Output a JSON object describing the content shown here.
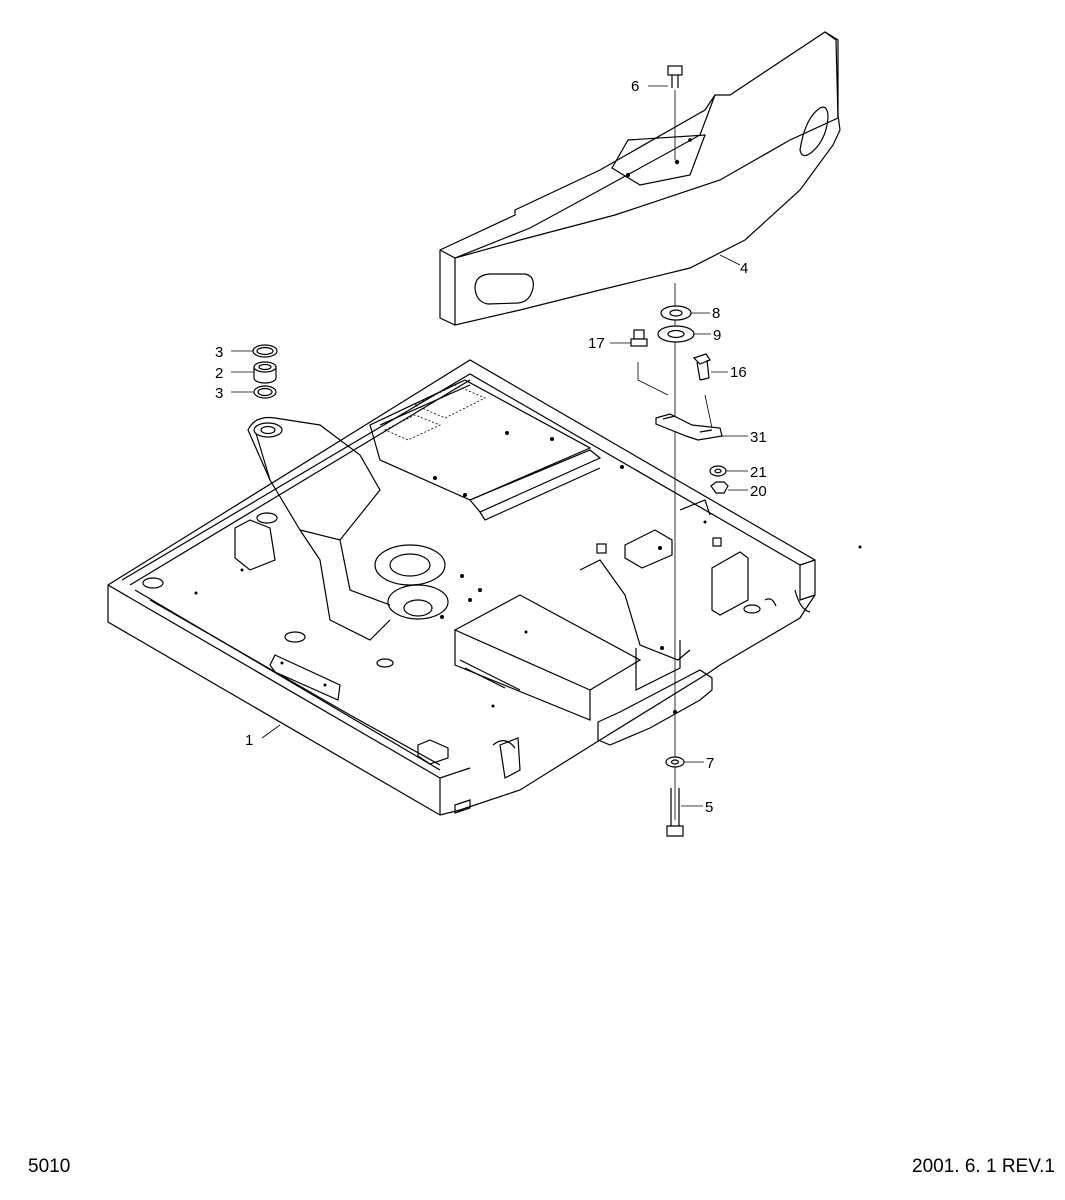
{
  "callouts": {
    "c6": "6",
    "c4": "4",
    "c8": "8",
    "c9": "9",
    "c17": "17",
    "c16": "16",
    "c31": "31",
    "c21": "21",
    "c20": "20",
    "c3a": "3",
    "c2": "2",
    "c3b": "3",
    "c1": "1",
    "c7": "7",
    "c5": "5"
  },
  "footer": {
    "page_number": "5010",
    "date_revision": "2001. 6. 1 REV.1"
  }
}
